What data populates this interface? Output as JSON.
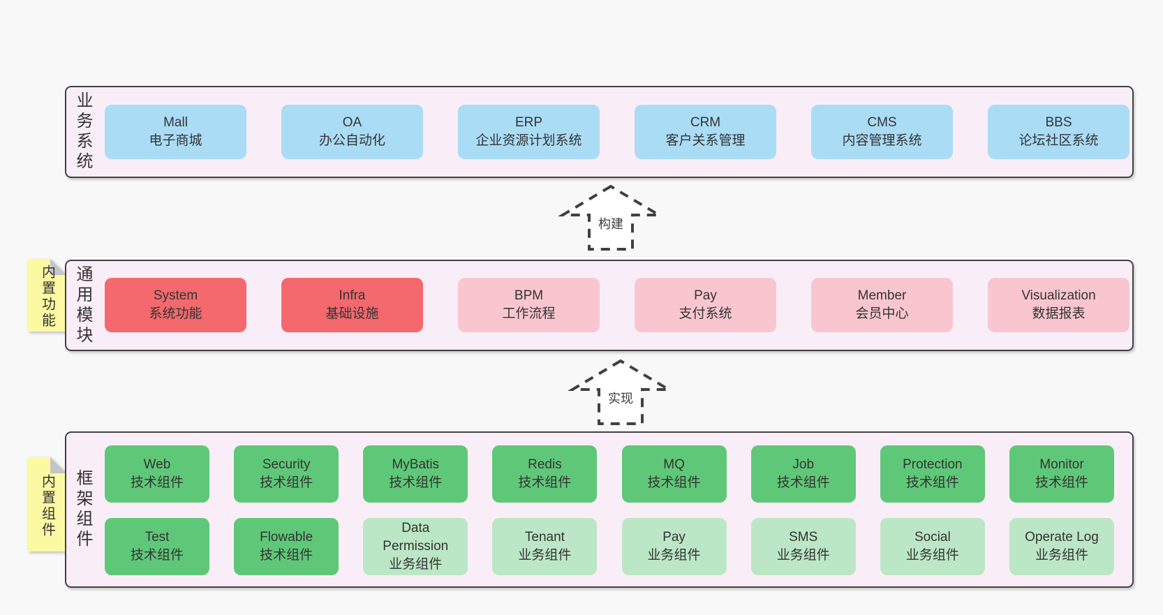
{
  "diagram": {
    "sections": {
      "business": {
        "side_label": "业务系统",
        "boxes": [
          {
            "name": "Mall",
            "subtitle": "电子商城"
          },
          {
            "name": "OA",
            "subtitle": "办公自动化"
          },
          {
            "name": "ERP",
            "subtitle": "企业资源计划系统"
          },
          {
            "name": "CRM",
            "subtitle": "客户关系管理"
          },
          {
            "name": "CMS",
            "subtitle": "内容管理系统"
          },
          {
            "name": "BBS",
            "subtitle": "论坛社区系统"
          }
        ]
      },
      "modules": {
        "side_label": "通用模块",
        "note": "内置功能",
        "boxes": [
          {
            "name": "System",
            "subtitle": "系统功能"
          },
          {
            "name": "Infra",
            "subtitle": "基础设施"
          },
          {
            "name": "BPM",
            "subtitle": "工作流程"
          },
          {
            "name": "Pay",
            "subtitle": "支付系统"
          },
          {
            "name": "Member",
            "subtitle": "会员中心"
          },
          {
            "name": "Visualization",
            "subtitle": "数据报表"
          }
        ]
      },
      "components": {
        "side_label": "框架组件",
        "note": "内置组件",
        "row1": [
          {
            "name": "Web",
            "subtitle": "技术组件"
          },
          {
            "name": "Security",
            "subtitle": "技术组件"
          },
          {
            "name": "MyBatis",
            "subtitle": "技术组件"
          },
          {
            "name": "Redis",
            "subtitle": "技术组件"
          },
          {
            "name": "MQ",
            "subtitle": "技术组件"
          },
          {
            "name": "Job",
            "subtitle": "技术组件"
          },
          {
            "name": "Protection",
            "subtitle": "技术组件"
          },
          {
            "name": "Monitor",
            "subtitle": "技术组件"
          }
        ],
        "row2": [
          {
            "name": "Test",
            "subtitle": "技术组件"
          },
          {
            "name": "Flowable",
            "subtitle": "技术组件"
          },
          {
            "name": "Data Permission",
            "subtitle": "业务组件"
          },
          {
            "name": "Tenant",
            "subtitle": "业务组件"
          },
          {
            "name": "Pay",
            "subtitle": "业务组件"
          },
          {
            "name": "SMS",
            "subtitle": "业务组件"
          },
          {
            "name": "Social",
            "subtitle": "业务组件"
          },
          {
            "name": "Operate Log",
            "subtitle": "业务组件"
          }
        ]
      }
    },
    "arrows": {
      "build": "构建",
      "implement": "实现"
    },
    "colors": {
      "page_bg": "#f8f8f8",
      "panel_bg": "#f9eef7",
      "panel_border": "#404040",
      "blue_node": "#aadcf6",
      "red_node": "#f3696e",
      "pink_node": "#f9c6cf",
      "green_node": "#5fc878",
      "light_green_node": "#bce7c6",
      "note_yellow": "#fbfaa3",
      "note_fold": "#c3c5c7",
      "text": "#333333"
    }
  }
}
